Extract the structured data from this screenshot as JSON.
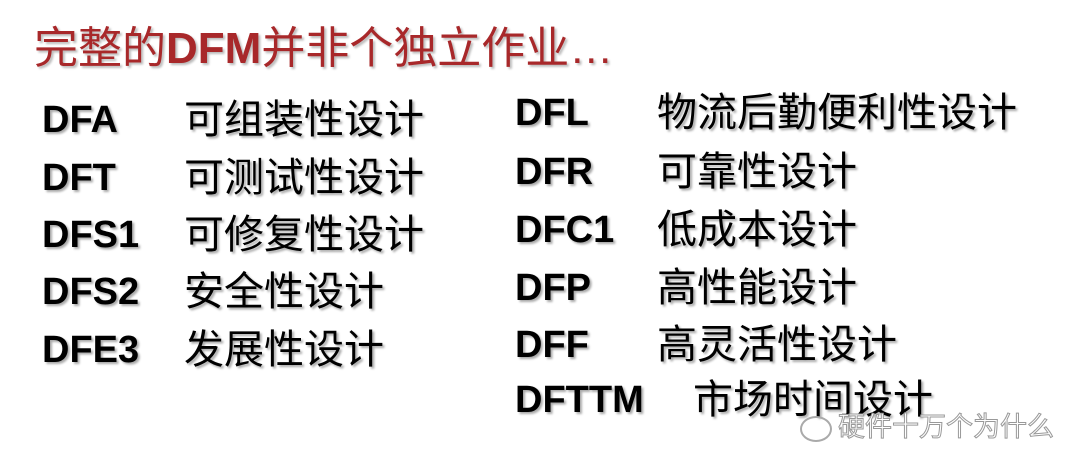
{
  "title": {
    "pre": "完整的",
    "bold": "DFM",
    "post": "并非个独立作业…",
    "color": "#a8282a"
  },
  "left": [
    {
      "code": "DFA",
      "desc": "可组装性设计"
    },
    {
      "code": "DFT",
      "desc": "可测试性设计"
    },
    {
      "code": "DFS1",
      "desc": "可修复性设计"
    },
    {
      "code": "DFS2",
      "desc": "安全性设计"
    },
    {
      "code": "DFE3",
      "desc": "发展性设计"
    }
  ],
  "right": [
    {
      "code": "DFL",
      "desc": "物流后勤便利性设计"
    },
    {
      "code": "DFR",
      "desc": "可靠性设计"
    },
    {
      "code": "DFC1",
      "desc": "低成本设计"
    },
    {
      "code": "DFP",
      "desc": "高性能设计"
    },
    {
      "code": "DFF",
      "desc": "高灵活性设计"
    },
    {
      "code": "DFTTM",
      "desc": "市场时间设计"
    }
  ],
  "watermark": {
    "icon": "wechat-icon",
    "text": "硬件十万个为什么"
  }
}
